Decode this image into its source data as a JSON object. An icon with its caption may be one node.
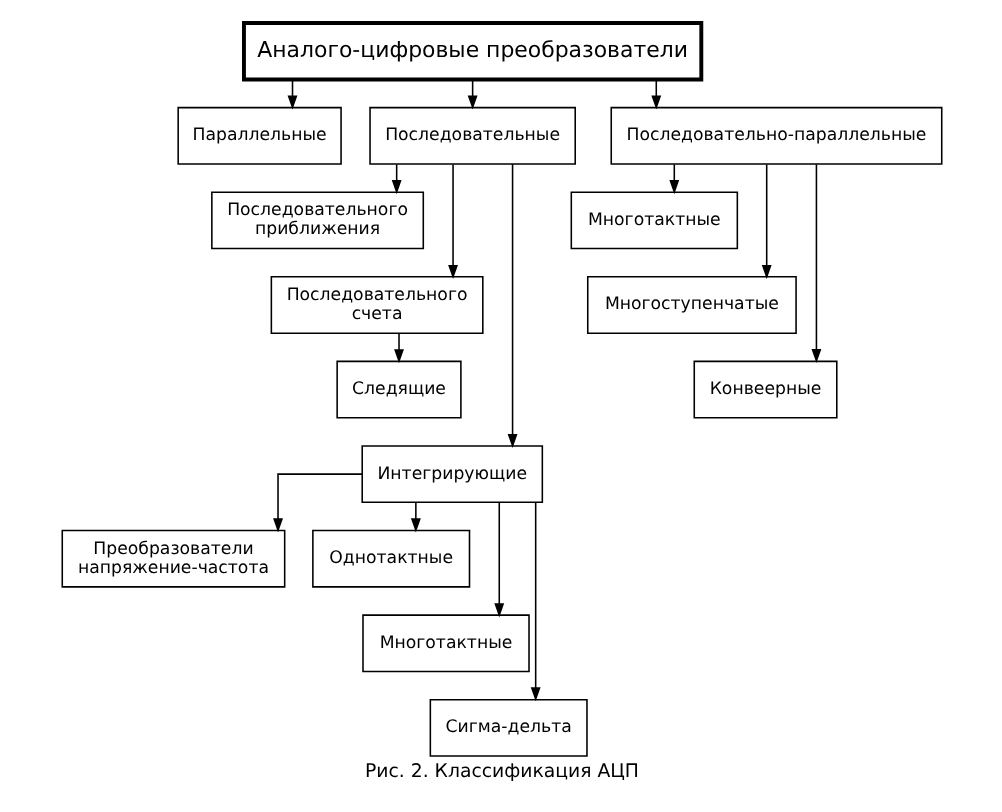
{
  "diagram": {
    "caption": "Рис. 2. Классификация АЦП",
    "nodes": [
      {
        "text": [
          "Аналого-цифровые преобразователи"
        ]
      },
      {
        "text": [
          "Параллельные"
        ]
      },
      {
        "text": [
          "Последовательные"
        ]
      },
      {
        "text": [
          "Последовательно-параллельные"
        ]
      },
      {
        "text": [
          "Последовательного приближения"
        ]
      },
      {
        "text": [
          "Последовательного счета"
        ]
      },
      {
        "text": [
          "Следящие"
        ]
      },
      {
        "text": [
          "Интегрирующие"
        ]
      },
      {
        "text": [
          "Преобразователи напряжение-частота"
        ]
      },
      {
        "text": [
          "Многотактные"
        ]
      },
      {
        "text": [
          "Многоступенчатые"
        ]
      },
      {
        "text": [
          "Конвеерные"
        ]
      },
      {
        "text": [
          "Однотактные"
        ]
      },
      {
        "text": [
          "Многотактные"
        ]
      },
      {
        "text": [
          "Сигма-дельта"
        ]
      }
    ],
    "edges": [
      {
        "from": 0,
        "to": 1,
        "arrow": "to"
      },
      {
        "from": 0,
        "to": 2,
        "arrow": "to"
      },
      {
        "from": 0,
        "to": 3,
        "arrow": "to"
      },
      {
        "from": 2,
        "to": 4,
        "arrow": "to"
      },
      {
        "from": 2,
        "to": 5,
        "arrow": "to"
      },
      {
        "from": 2,
        "to": 7,
        "arrow": "to"
      },
      {
        "from": 5,
        "to": 6,
        "arrow": "to"
      },
      {
        "from": 3,
        "to": 9,
        "arrow": "to"
      },
      {
        "from": 3,
        "to": 10,
        "arrow": "to"
      },
      {
        "from": 3,
        "to": 11,
        "arrow": "to"
      },
      {
        "from": 7,
        "to": 12,
        "arrow": "to"
      },
      {
        "from": 7,
        "to": 13,
        "arrow": "to"
      },
      {
        "from": 7,
        "to": 14,
        "arrow": "to"
      },
      {
        "from": 7,
        "to": 8,
        "arrow": "to"
      }
    ]
  }
}
